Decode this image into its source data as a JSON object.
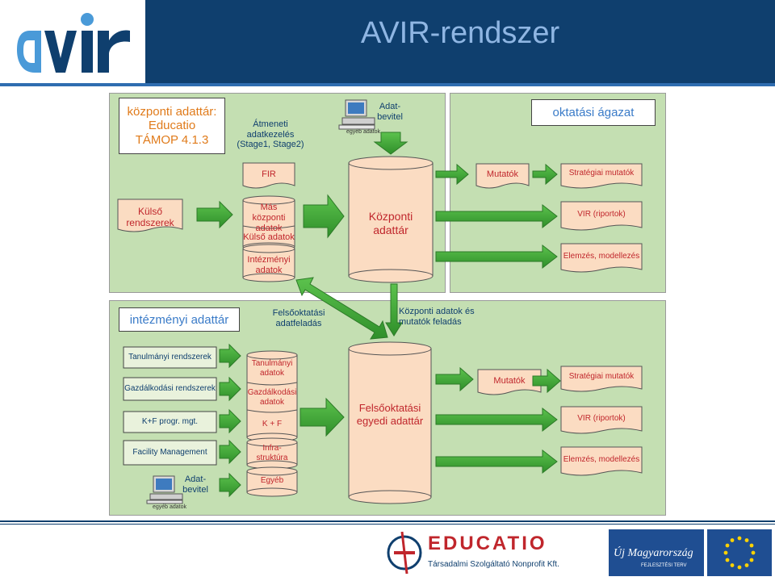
{
  "header": {
    "title": "AVIR-rendszer",
    "logo_text": "avir"
  },
  "top_panel": {
    "central_label": [
      "központi adattár:",
      "Educatio",
      "TÁMOP 4.1.3"
    ],
    "staging": [
      "Átmeneti",
      "adatkezelés",
      "(Stage1, Stage2)"
    ],
    "input": [
      "Adat-",
      "bevitel"
    ],
    "pc_caption": "egyéb adatok",
    "sector": "oktatási ágazat",
    "fir": "FIR",
    "kulso_rendszerek": [
      "Külső",
      "rendszerek"
    ],
    "mas_kozponti": [
      "Más központi",
      "adatok"
    ],
    "kulso_adatok": "Külső adatok",
    "intezmenyi_adatok": [
      "Intézményi",
      "adatok"
    ],
    "kozponti_adattar": [
      "Központi",
      "adattár"
    ],
    "mutatok": "Mutatók",
    "strategiai": "Stratégiai mutatók",
    "vir": "VIR (riportok)",
    "elemzes": "Elemzés, modellezés"
  },
  "middle": {
    "felsooktatasi_adatfeladas": [
      "Felsőoktatási",
      "adatfeladás"
    ],
    "kozponti_feladas": [
      "Központi adatok és",
      "mutatók feladás"
    ]
  },
  "bottom_panel": {
    "title": "intézményi adattár",
    "systems": [
      "Tanulmányi rendszerek",
      "Gazdálkodási rendszerek",
      "K+F progr. mgt.",
      "Facility Management"
    ],
    "input": [
      "Adat-",
      "bevitel"
    ],
    "pc_caption": "egyéb adatok",
    "cyl_items": [
      [
        "Tanulmányi",
        "adatok"
      ],
      [
        "Gazdálkodási",
        "adatok"
      ],
      [
        "K + F"
      ],
      [
        "Infra-",
        "struktúra"
      ],
      [
        "Egyéb"
      ]
    ],
    "store": [
      "Felsőoktatási",
      "egyedi adattár"
    ],
    "mutatok": "Mutatók",
    "strategiai": "Stratégiai mutatók",
    "vir": "VIR (riportok)",
    "elemzes": "Elemzés, modellezés"
  },
  "footer": {
    "educatio": "EDUCATIO",
    "educatio_sub": "Társadalmi Szolgáltató Nonprofit Kft.",
    "umft": "Új Magyarország",
    "umft_sub": "FEJLESZTÉSI TERV"
  },
  "colors": {
    "navy": "#0f3f6e",
    "panel_green": "#c4dfb2",
    "arrow_green": "#3aaa35",
    "store_fill": "#fbdcc2",
    "text_red": "#c0262c"
  }
}
